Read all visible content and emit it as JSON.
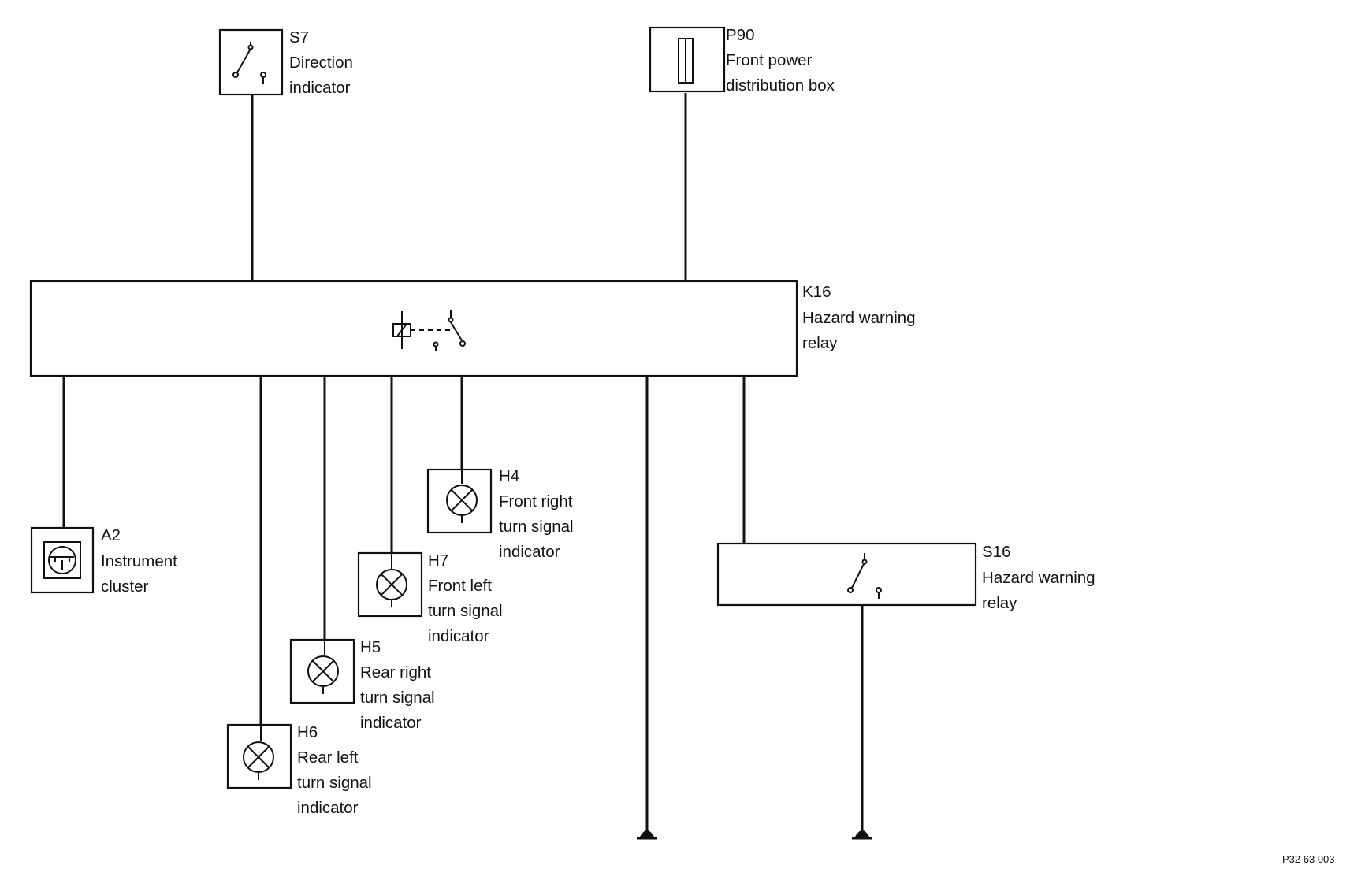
{
  "components": {
    "s7": {
      "code": "S7",
      "lines": [
        "Direction",
        "indicator"
      ]
    },
    "p90": {
      "code": "P90",
      "lines": [
        "Front power",
        "distribution box"
      ]
    },
    "k16": {
      "code": "K16",
      "lines": [
        "Hazard warning",
        "relay"
      ]
    },
    "a2": {
      "code": "A2",
      "lines": [
        "Instrument",
        "cluster"
      ]
    },
    "h4": {
      "code": "H4",
      "lines": [
        "Front right",
        "turn signal",
        "indicator"
      ]
    },
    "h7": {
      "code": "H7",
      "lines": [
        "Front left",
        "turn signal",
        "indicator"
      ]
    },
    "h5": {
      "code": "H5",
      "lines": [
        "Rear right",
        "turn signal",
        "indicator"
      ]
    },
    "h6": {
      "code": "H6",
      "lines": [
        "Rear left",
        "turn signal",
        "indicator"
      ]
    },
    "s16": {
      "code": "S16",
      "lines": [
        "Hazard warning",
        "relay"
      ]
    }
  },
  "figure_ref": "P32 63 003"
}
